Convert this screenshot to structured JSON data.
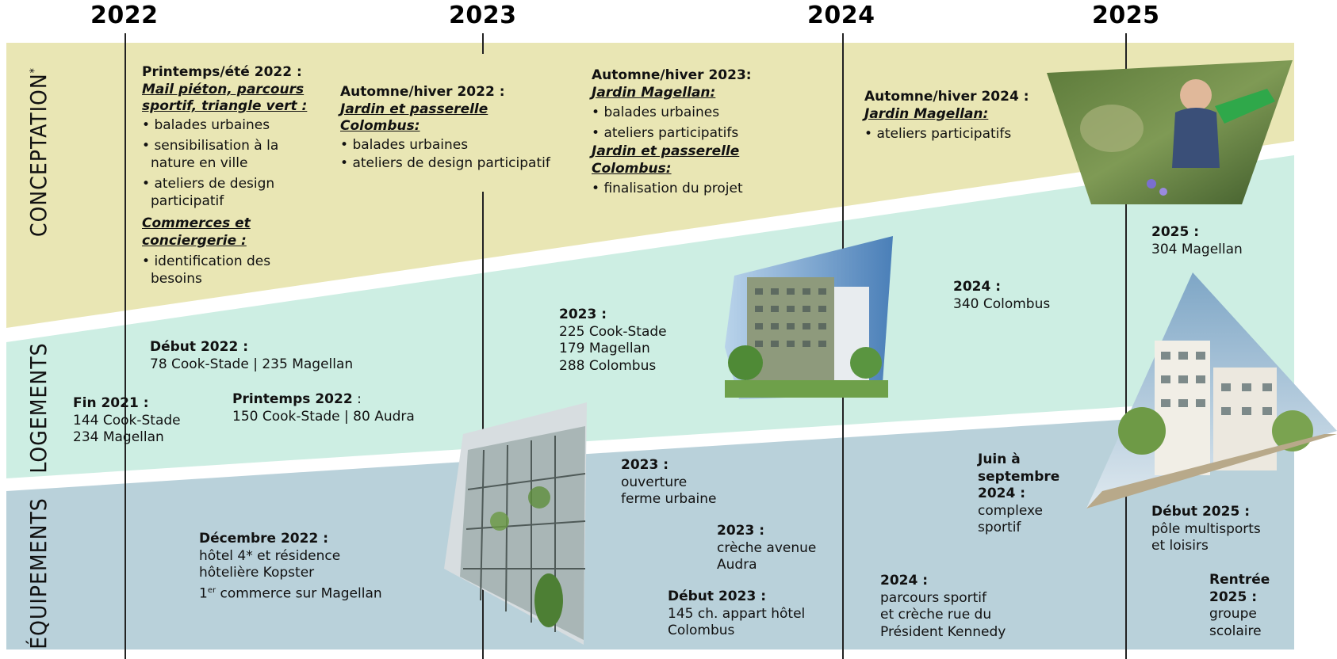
{
  "years": [
    "2022",
    "2023",
    "2024",
    "2025"
  ],
  "row_labels": {
    "conception": "CONCEPTATION",
    "conception_mark": "*",
    "logements": "LOGEMENTS",
    "equipements": "ÉQUIPEMENTS"
  },
  "colors": {
    "conception_band": "#e9e6b4",
    "logements_band": "#cdeee3",
    "equipements_band": "#b9d1da"
  },
  "conception": {
    "c1": {
      "title": "Printemps/été 2022 :",
      "sub1": "Mail piéton, parcours sportif, triangle vert :",
      "items1": [
        "balades urbaines",
        "sensibilisation à la nature en ville",
        "ateliers de design participatif"
      ],
      "sub2": "Commerces et conciergerie :",
      "items2": [
        "identification des besoins"
      ]
    },
    "c2": {
      "title": "Automne/hiver 2022 :",
      "sub1": "Jardin et passerelle Colombus:",
      "items1": [
        "balades urbaines",
        "ateliers de design participatif"
      ]
    },
    "c3": {
      "title": "Automne/hiver 2023:",
      "sub1": "Jardin Magellan:",
      "items1": [
        "balades urbaines",
        "ateliers participatifs"
      ],
      "sub2": "Jardin et passerelle Colombus:",
      "items2": [
        "finalisation du projet"
      ]
    },
    "c4": {
      "title": "Automne/hiver 2024 :",
      "sub1": "Jardin Magellan:",
      "items1": [
        "ateliers participatifs"
      ]
    }
  },
  "logements": {
    "l1": {
      "title": "Fin 2021 :",
      "lines": [
        "144 Cook-Stade",
        "234 Magellan"
      ]
    },
    "l2": {
      "title": "Début 2022 :",
      "lines": [
        "78 Cook-Stade | 235 Magellan"
      ]
    },
    "l3": {
      "title": "Printemps 2022",
      "title_suffix": " :",
      "lines": [
        "150 Cook-Stade | 80 Audra"
      ]
    },
    "l4": {
      "title": "2023 :",
      "lines": [
        "225 Cook-Stade",
        "179 Magellan",
        "288 Colombus"
      ]
    },
    "l5": {
      "title": "2024 :",
      "lines": [
        "340 Colombus"
      ]
    },
    "l6": {
      "title": "2025 :",
      "lines": [
        "304 Magellan"
      ]
    }
  },
  "equipements": {
    "e1": {
      "title": "Décembre 2022 :",
      "lines": [
        "hôtel 4* et résidence",
        "hôtelière Kopster"
      ],
      "last_pre": "1",
      "last_sup": "er",
      "last_post": " commerce sur Magellan"
    },
    "e2": {
      "title": "2023 :",
      "lines": [
        "ouverture",
        "ferme urbaine"
      ]
    },
    "e3": {
      "title": "2023 :",
      "lines": [
        "crèche avenue",
        "Audra"
      ]
    },
    "e4": {
      "title": "Début 2023 :",
      "lines": [
        "145 ch. appart hôtel",
        "Colombus"
      ]
    },
    "e5": {
      "title": "Juin à septembre 2024 :",
      "lines": [
        "complexe",
        "sportif"
      ]
    },
    "e6": {
      "title": "2024 :",
      "lines": [
        "parcours sportif",
        "et crèche rue du",
        "Président Kennedy"
      ]
    },
    "e7": {
      "title": "Début 2025 :",
      "lines": [
        "pôle multisports",
        "et loisirs"
      ]
    },
    "e8": {
      "title": "Rentrée 2025 :",
      "lines": [
        "groupe",
        "scolaire"
      ]
    }
  }
}
